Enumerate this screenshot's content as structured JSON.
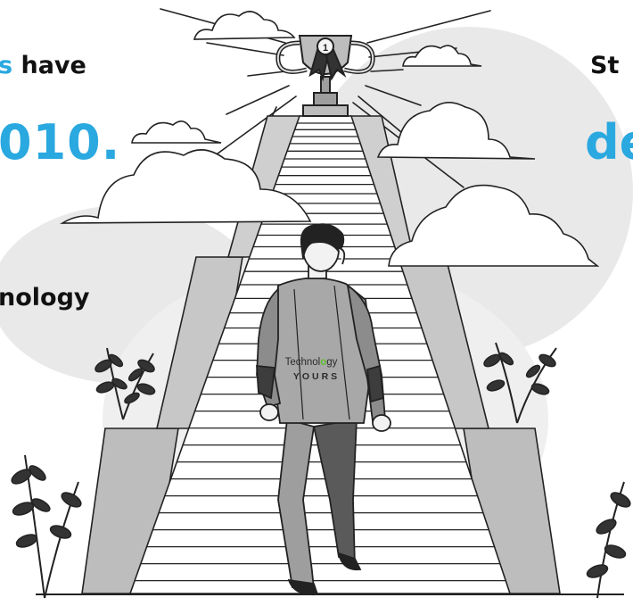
{
  "left_text": {
    "line1_accent": "s",
    "line1_rest": " have",
    "line2": "010.",
    "line3": "nology"
  },
  "right_text": {
    "line1": "St",
    "line2": "de"
  },
  "shirt_logo": {
    "word1_a": "Technol",
    "word1_o": "o",
    "word1_b": "gy",
    "word2": "YOURS",
    "accent_color": "#5fbf2a"
  },
  "trophy": {
    "medal_number": "1"
  },
  "colors": {
    "accent_blue": "#2aa8e0",
    "text_dark": "#111111",
    "backdrop_gray": "#e9e9e9",
    "stone_gray": "#bdbdbd",
    "figure_gray": "#9e9e9e",
    "figure_dark": "#3d3d3d"
  }
}
